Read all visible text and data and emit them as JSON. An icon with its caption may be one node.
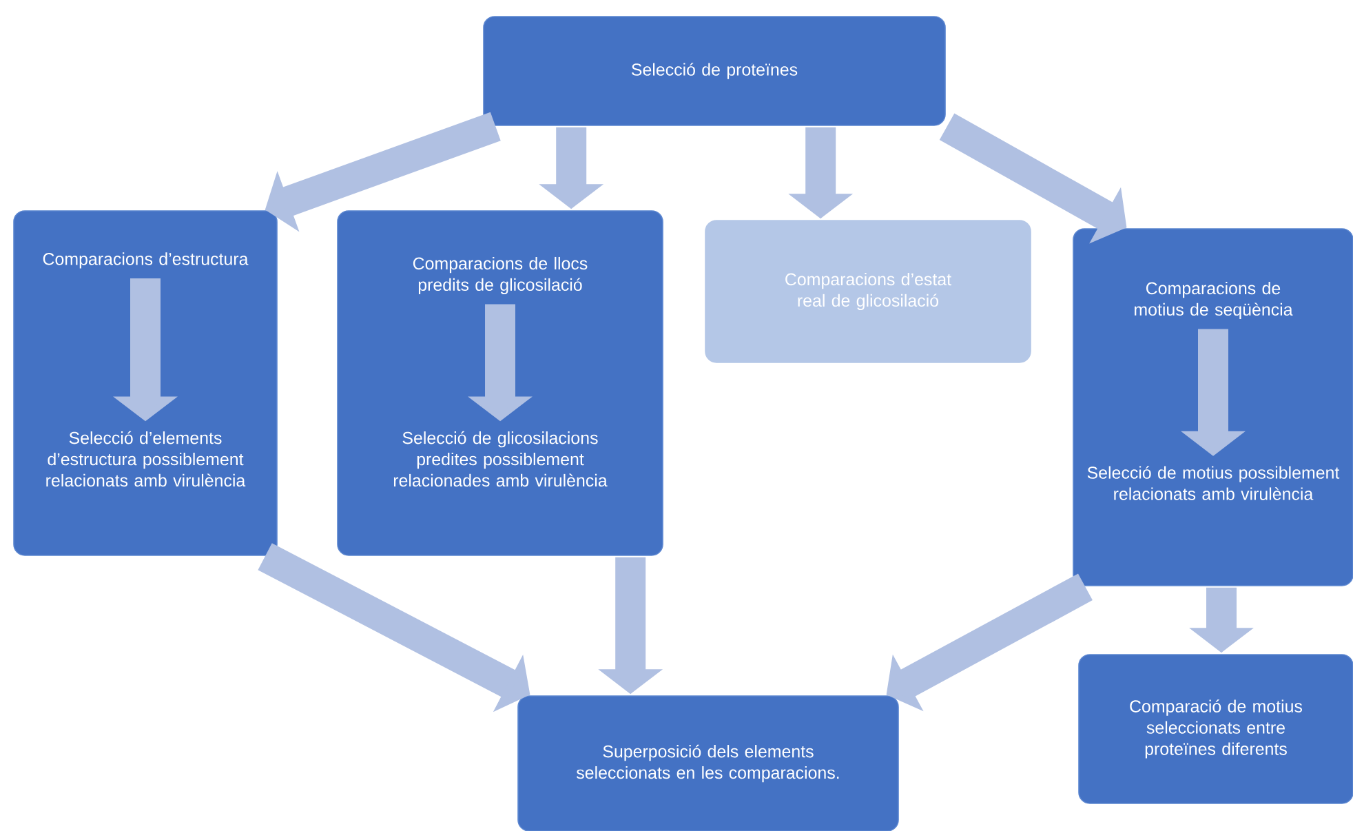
{
  "diagram": {
    "nodes": [
      {
        "text": [
          "Selecció de proteïnes"
        ]
      },
      {
        "text": [],
        "shape": "box"
      },
      {
        "text": [
          "Comparacions d’estructura"
        ],
        "in": 1
      },
      {
        "text": [
          "Selecció d’elements d’estructura possiblement relacionats amb virulència"
        ],
        "in": 1
      },
      {
        "text": [],
        "shape": "box"
      },
      {
        "text": [
          "Comparacions de llocs predits de glicosilació"
        ],
        "in": 4
      },
      {
        "text": [
          "Selecció de glicosilacions predites possiblement relacionades amb virulència"
        ],
        "in": 4
      },
      {
        "text": [
          "Comparacions d’estat real de glicosilació"
        ]
      },
      {
        "text": [],
        "shape": "box"
      },
      {
        "text": [
          "Comparacions de motius de seqüència"
        ],
        "in": 8
      },
      {
        "text": [
          "Selecció de motius possiblement relacionats amb virulència"
        ],
        "in": 8
      },
      {
        "text": [
          "Superposició dels elements seleccionats en les comparacions."
        ]
      },
      {
        "text": [
          "Comparació de motius seleccionats entre proteïnes diferents"
        ]
      }
    ],
    "edges": [
      {
        "from": 0,
        "to": 1,
        "arrow": "to"
      },
      {
        "from": 0,
        "to": 4,
        "arrow": "to"
      },
      {
        "from": 0,
        "to": 7,
        "arrow": "to"
      },
      {
        "from": 0,
        "to": 8,
        "arrow": "to"
      },
      {
        "from": 2,
        "to": 3,
        "arrow": "to"
      },
      {
        "from": 5,
        "to": 6,
        "arrow": "to"
      },
      {
        "from": 9,
        "to": 10,
        "arrow": "to"
      },
      {
        "from": 1,
        "to": 11,
        "arrow": "to"
      },
      {
        "from": 4,
        "to": 11,
        "arrow": "to"
      },
      {
        "from": 8,
        "to": 11,
        "arrow": "to"
      },
      {
        "from": 8,
        "to": 12,
        "arrow": "to"
      }
    ]
  }
}
